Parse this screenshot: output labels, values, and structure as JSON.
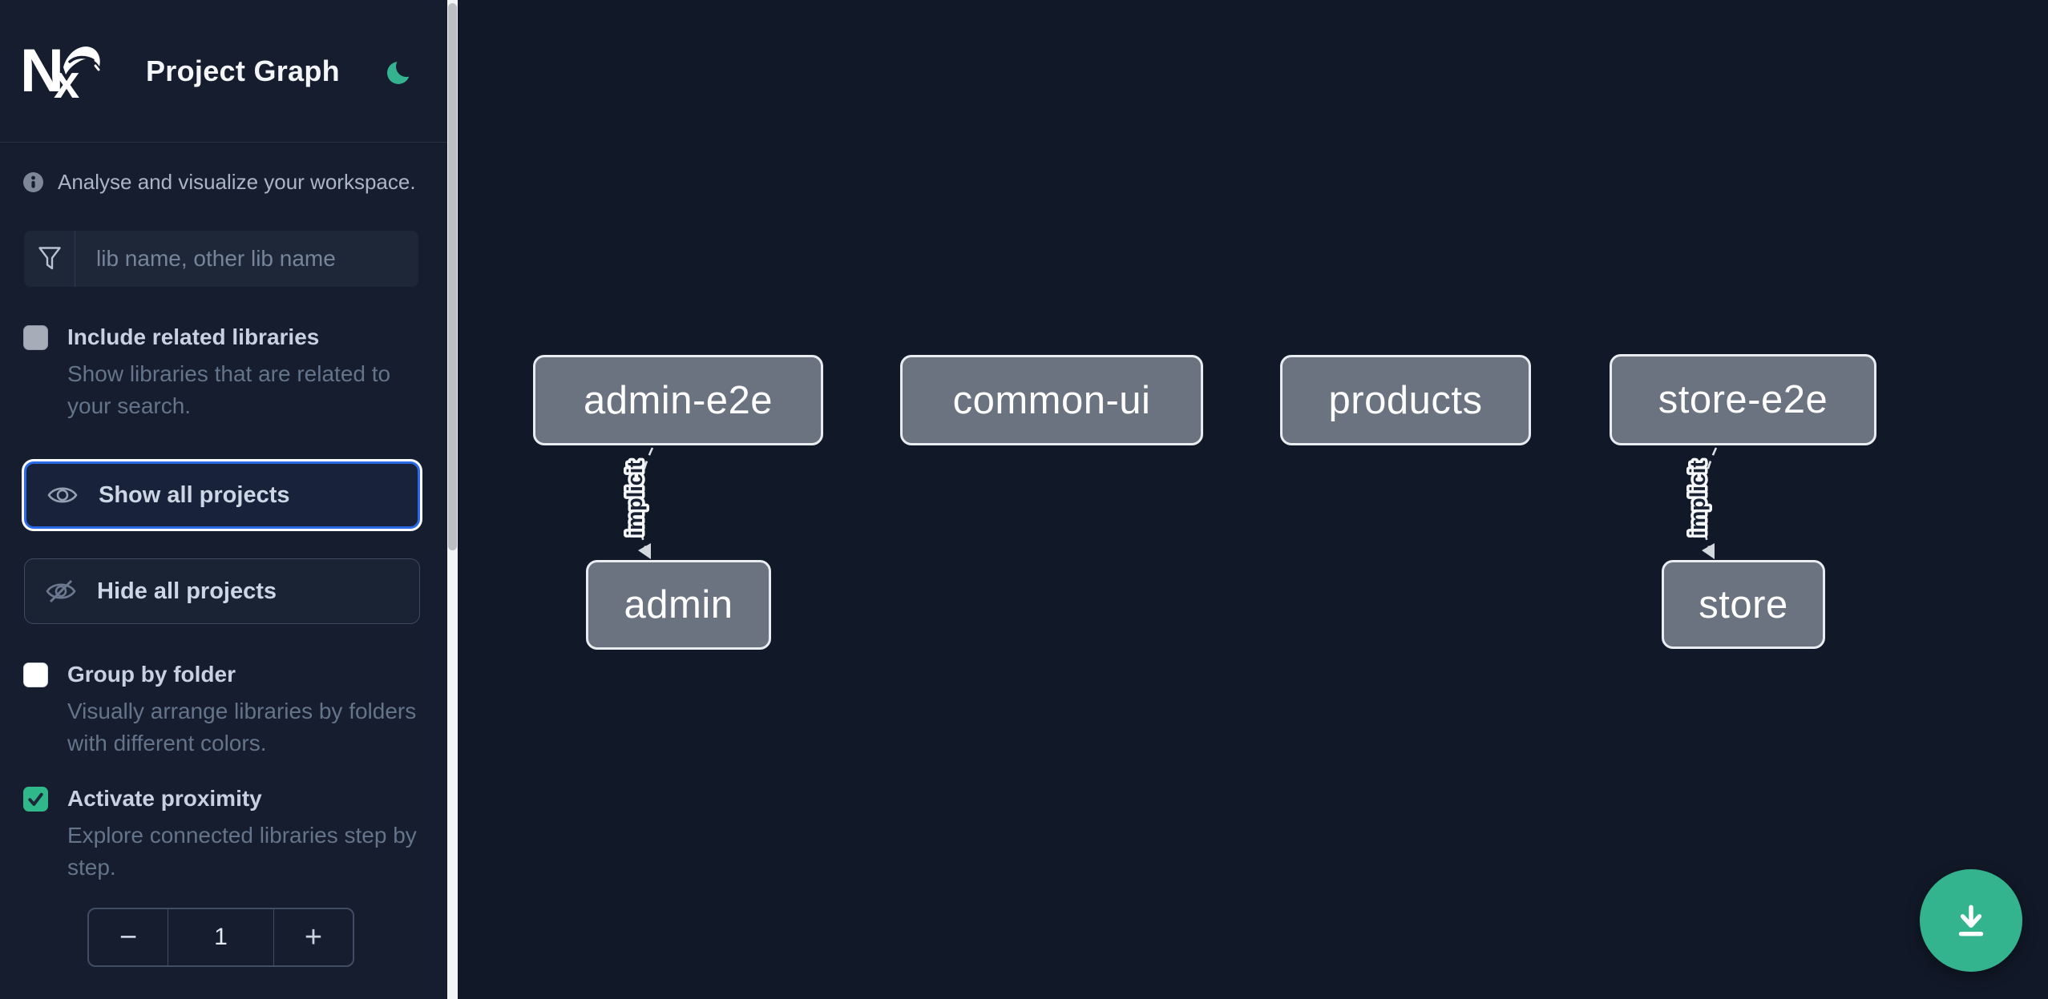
{
  "header": {
    "title": "Project Graph",
    "logo": "nx-logo",
    "theme_icon": "moon"
  },
  "sidebar": {
    "info": "Analyse and visualize your workspace.",
    "search": {
      "placeholder": "lib name, other lib name",
      "icon": "funnel-filter-icon"
    },
    "toggles": [
      {
        "id": "include-related-libraries",
        "label": "Include related libraries",
        "description": "Show libraries that are related to your search.",
        "checked": false,
        "disabled": true
      },
      {
        "id": "group-by-folder",
        "label": "Group by folder",
        "description": "Visually arrange libraries by folders with different colors.",
        "checked": false,
        "disabled": false
      },
      {
        "id": "activate-proximity",
        "label": "Activate proximity",
        "description": "Explore connected libraries step by step.",
        "checked": true,
        "disabled": false
      }
    ],
    "buttons": [
      {
        "id": "show-all-projects",
        "label": "Show all projects",
        "icon": "eye-icon",
        "focused": true
      },
      {
        "id": "hide-all-projects",
        "label": "Hide all projects",
        "icon": "eye-off-icon",
        "focused": false
      }
    ],
    "stepper": {
      "decrement": "−",
      "value": "1",
      "increment": "+"
    }
  },
  "graph": {
    "nodes": [
      {
        "label": "admin-e2e"
      },
      {
        "label": "common-ui"
      },
      {
        "label": "products"
      },
      {
        "label": "store-e2e"
      },
      {
        "label": "admin"
      },
      {
        "label": "store"
      }
    ],
    "edges": [
      {
        "from": "admin-e2e",
        "to": "admin",
        "label": "implicit",
        "style": "dashed"
      },
      {
        "from": "store-e2e",
        "to": "store",
        "label": "implicit",
        "style": "dashed"
      }
    ]
  },
  "fab": {
    "icon": "download-icon"
  },
  "colors": {
    "accent_green": "#32b690",
    "checkbox_green": "#2fb98a",
    "focus_blue": "#2b6ae6",
    "node_fill": "#6b7381",
    "canvas_bg": "#111827",
    "sidebar_bg": "#161d2e"
  }
}
